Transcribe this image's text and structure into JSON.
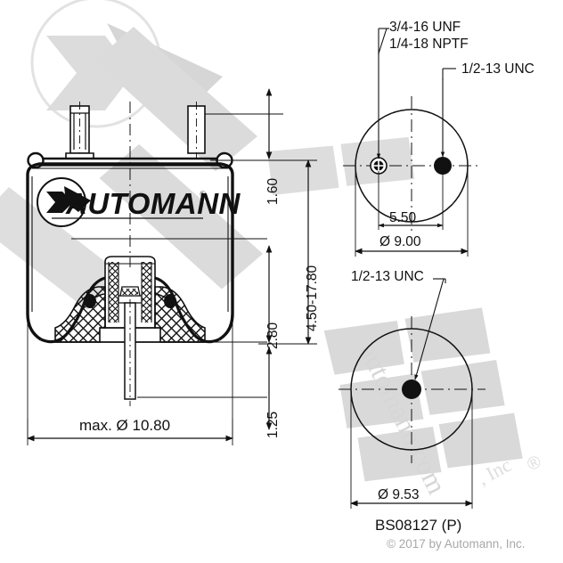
{
  "drawing": {
    "title_part_number": "BS08127 (P)",
    "copyright": "© 2017 by Automann, Inc.",
    "brand": "AUTOMANN",
    "brand_mark": "®",
    "watermark_text": "automann.com",
    "watermark_suffix": ", Inc",
    "watermark_mark": "®",
    "colors": {
      "line": "#111111",
      "background": "#ffffff",
      "watermark": "#d8d8d8",
      "copyright_text": "#a8a8a8"
    }
  },
  "side_view": {
    "name": "air-spring-side-section",
    "dimensions": {
      "overall_width": "max. Ø 10.80",
      "top_plate_height": "1.60",
      "stroke_range": "4.50-17.80",
      "piston_height": "2.80",
      "base_height": "1.25"
    }
  },
  "top_view": {
    "name": "top-plate-bolt-pattern",
    "callouts": {
      "air_fitting_thread": "3/4-16 UNF",
      "air_fitting_port": "1/4-18 NPTF",
      "stud_thread": "1/2-13 UNC"
    },
    "dimensions": {
      "bolt_spacing": "5.50",
      "plate_diameter": "Ø 9.00"
    }
  },
  "bottom_view": {
    "name": "piston-mount-pattern",
    "callouts": {
      "stud_thread": "1/2-13 UNC"
    },
    "dimensions": {
      "piston_diameter": "Ø 9.53"
    }
  }
}
